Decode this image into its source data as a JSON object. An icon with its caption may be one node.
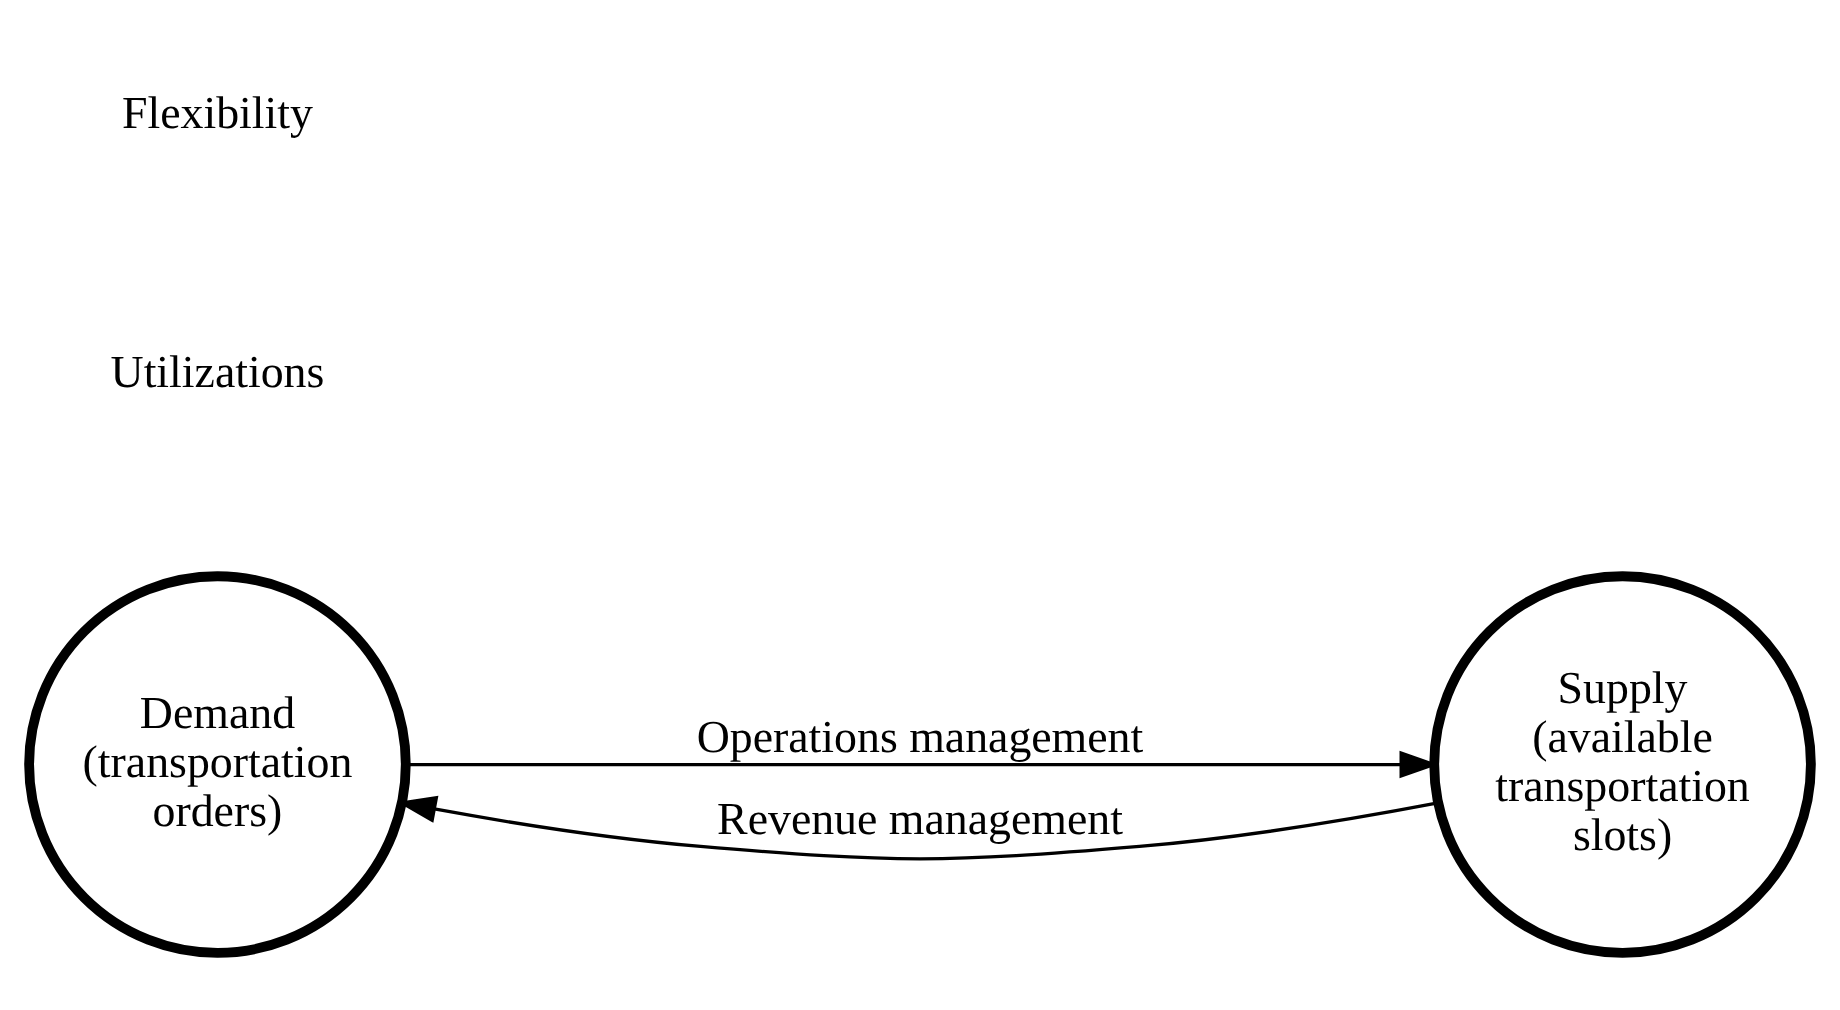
{
  "diagram": {
    "nodes": [
      {
        "text": [
          "Demand (transportation orders)"
        ]
      },
      {
        "text": [
          "Supply (available transportation slots)"
        ]
      }
    ],
    "edges": [
      {
        "from": 0,
        "to": 1,
        "arrow": "to",
        "label": "Operations management"
      },
      {
        "from": 1,
        "to": 0,
        "arrow": "to",
        "label": "Revenue management"
      }
    ],
    "labels": [
      "Utilizations",
      "Flexibility"
    ]
  }
}
